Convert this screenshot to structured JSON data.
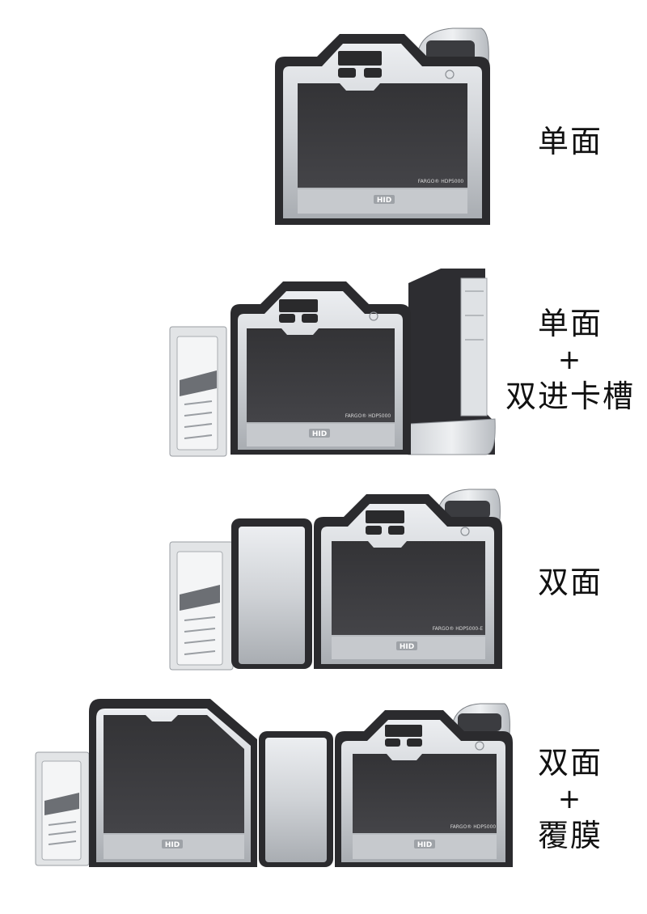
{
  "configurations": [
    {
      "id": "single-sided",
      "labels": [
        "单面"
      ],
      "model_text": "FARGO® HDP5000"
    },
    {
      "id": "single-sided-dual-hopper",
      "labels": [
        "单面",
        "+",
        "双进卡槽"
      ],
      "model_text": "FARGO® HDP5000"
    },
    {
      "id": "dual-sided",
      "labels": [
        "双面"
      ],
      "model_text": "FARGO® HDP5000-E"
    },
    {
      "id": "dual-sided-lamination",
      "labels": [
        "双面",
        "+",
        "覆膜"
      ],
      "model_text": "FARGO® HDP5000"
    }
  ],
  "badge_text": "HID",
  "colors": {
    "background": "#ffffff",
    "frame": "#2b2b2e",
    "panel": "#3a3a3d",
    "silver_light": "#e4e6e9",
    "silver_dark": "#a9adb2",
    "label_text": "#111111"
  }
}
